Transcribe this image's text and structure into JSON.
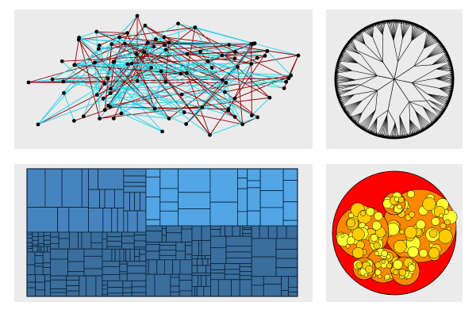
{
  "panels": [
    {
      "id": "network",
      "kind": "node-link graph"
    },
    {
      "id": "radial",
      "kind": "radial tree"
    },
    {
      "id": "treemap",
      "kind": "treemap"
    },
    {
      "id": "pack",
      "kind": "circle packing"
    }
  ],
  "colors": {
    "panel_bg": "#ebebeb",
    "edge_primary": "#8b0000",
    "edge_secondary": "#22d3e6",
    "node": "#000000",
    "treemap_dark": "#3a6e9c",
    "treemap_mid": "#4684bf",
    "treemap_light": "#52a6e6",
    "treemap_border": "#0b1f33",
    "pack_outer": "#ff0000",
    "pack_mid": "#ff8800",
    "pack_inner": "#ffcc00",
    "pack_leaf": "#ffff33"
  }
}
